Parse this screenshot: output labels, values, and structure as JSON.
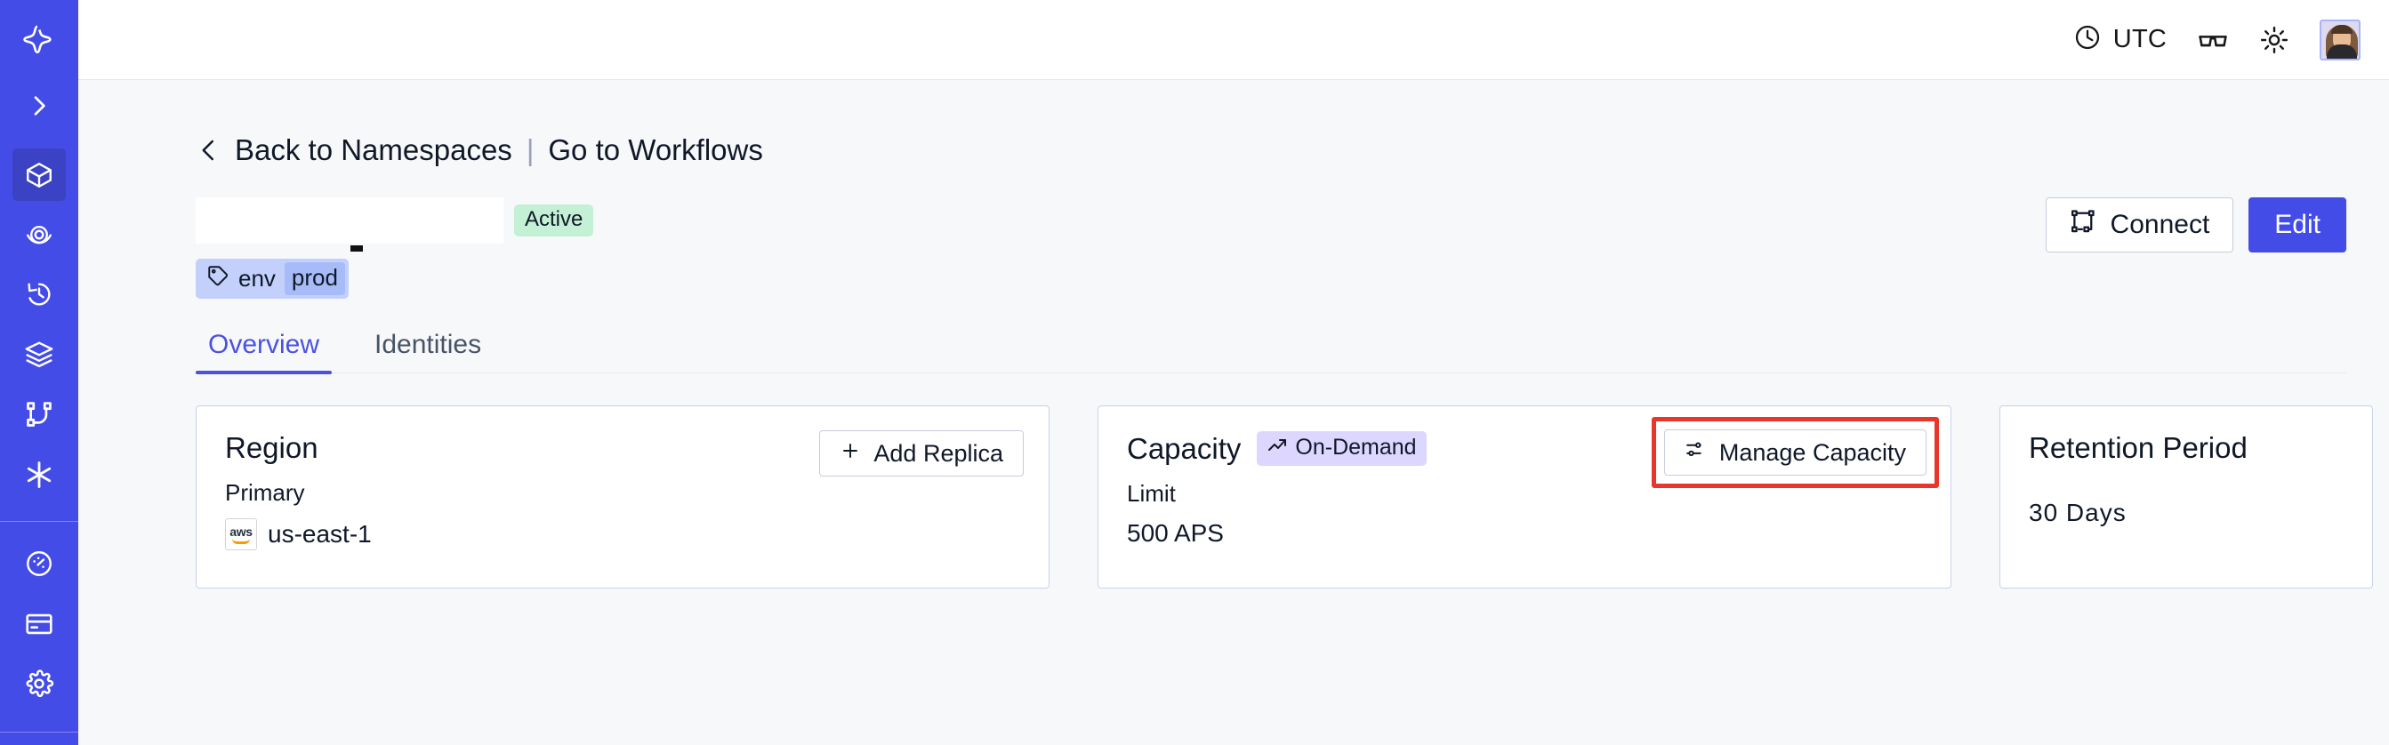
{
  "sidebar": {
    "logo_icon": "temporal-star-logo",
    "items": [
      {
        "icon": "chevron-right-icon",
        "name": "expand-sidebar",
        "active": false
      },
      {
        "icon": "cube-icon",
        "name": "namespaces",
        "active": true
      },
      {
        "icon": "eye-radar-icon",
        "name": "observability",
        "active": false
      },
      {
        "icon": "history-clock-icon",
        "name": "schedules",
        "active": false
      },
      {
        "icon": "layers-icon",
        "name": "batch-operations",
        "active": false
      },
      {
        "icon": "workflow-branch-icon",
        "name": "workflows",
        "active": false
      },
      {
        "icon": "asterisk-icon",
        "name": "nexus",
        "active": false
      }
    ],
    "lower_items": [
      {
        "icon": "gauge-icon",
        "name": "usage",
        "active": false
      },
      {
        "icon": "credit-card-icon",
        "name": "billing",
        "active": false
      },
      {
        "icon": "gear-icon",
        "name": "settings",
        "active": false
      }
    ]
  },
  "topbar": {
    "timezone_label": "UTC",
    "timezone_icon": "clock-icon",
    "glasses_icon": "glasses-icon",
    "theme_icon": "sun-icon",
    "avatar_name": "user-avatar"
  },
  "breadcrumb": {
    "back_icon": "chevron-left-icon",
    "back_label": "Back to Namespaces",
    "separator": "|",
    "forward_label": "Go to Workflows"
  },
  "header": {
    "namespace_title": "",
    "status_badge": "Active",
    "connect_label": "Connect",
    "connect_icon": "connect-flow-icon",
    "edit_label": "Edit"
  },
  "tags": [
    {
      "icon": "tag-icon",
      "key": "env",
      "value": "prod"
    }
  ],
  "tabs": [
    {
      "label": "Overview",
      "active": true
    },
    {
      "label": "Identities",
      "active": false
    }
  ],
  "cards": {
    "region": {
      "title": "Region",
      "action_label": "Add Replica",
      "action_icon": "plus-icon",
      "sub_label": "Primary",
      "provider_icon": "aws-icon",
      "provider_text": "aws",
      "value": "us-east-1"
    },
    "capacity": {
      "title": "Capacity",
      "badge_label": "On-Demand",
      "badge_icon": "trend-up-arrow-icon",
      "action_label": "Manage Capacity",
      "action_icon": "sliders-icon",
      "action_highlighted": true,
      "sub_label": "Limit",
      "value": "500 APS"
    },
    "retention": {
      "title": "Retention Period",
      "value": "30 Days"
    }
  },
  "colors": {
    "sidebar": "#444ce7",
    "sidebar_active": "#3b42c4",
    "accent": "#444ce7",
    "tab_active": "#4b52e0",
    "status_active_bg": "#c4f0d5",
    "badge_ondemand_bg": "#ddd6fe",
    "tag_bg": "#c3d0fb",
    "tag_value_bg": "#a7bbf8",
    "highlight_red": "#e8362a",
    "page_bg": "#f7f8fa",
    "card_border": "#c7d2ea"
  }
}
